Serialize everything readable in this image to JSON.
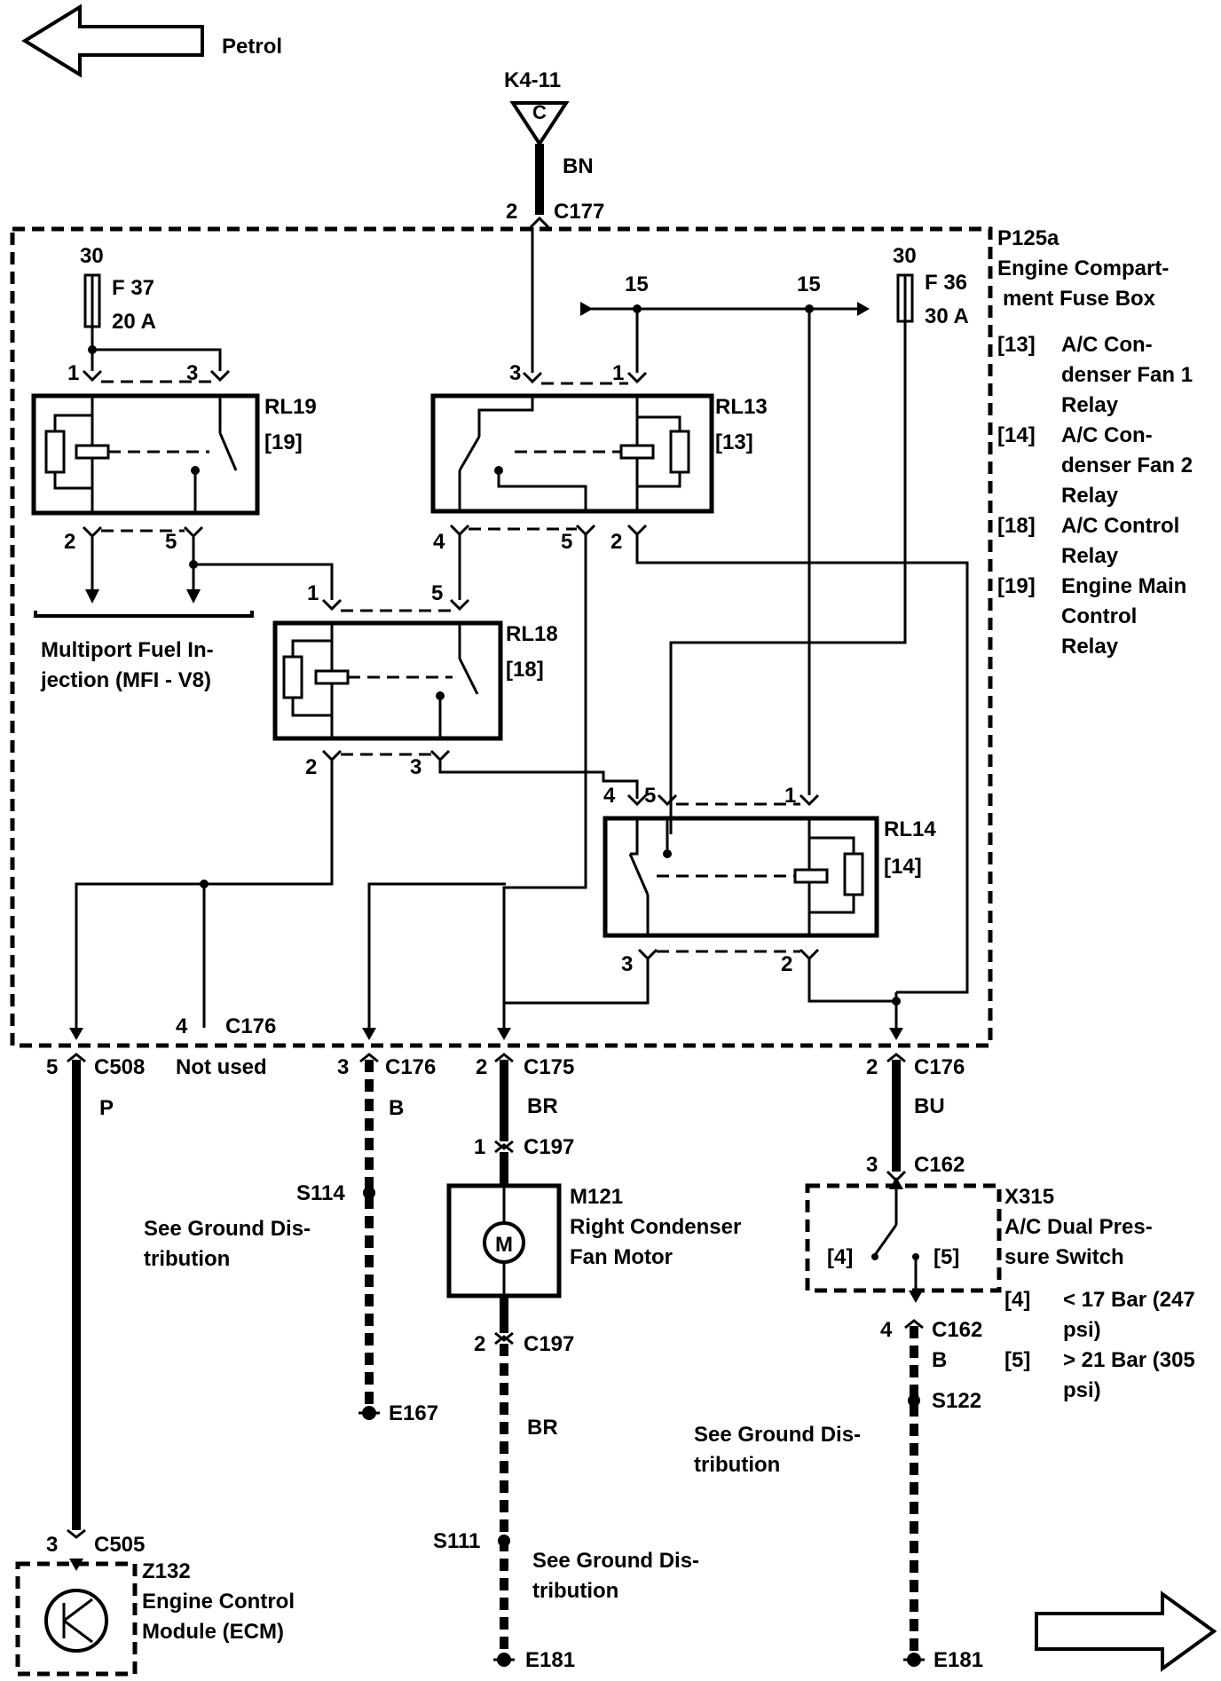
{
  "nav": {
    "prev_label": "Petrol"
  },
  "source": {
    "connector": "K4-11",
    "symbol": "C",
    "wire_color": "BN",
    "pin": "2",
    "plug": "C177"
  },
  "fuse_box": {
    "id": "P125a",
    "name_line1": "Engine Compart-",
    "name_line2": "ment Fuse Box",
    "legend": [
      {
        "code": "[13]",
        "lines": [
          "A/C Con-",
          "denser Fan 1",
          "Relay"
        ]
      },
      {
        "code": "[14]",
        "lines": [
          "A/C Con-",
          "denser Fan 2",
          "Relay"
        ]
      },
      {
        "code": "[18]",
        "lines": [
          "A/C Control",
          "Relay"
        ]
      },
      {
        "code": "[19]",
        "lines": [
          "Engine Main",
          "Control",
          "Relay"
        ]
      }
    ]
  },
  "fuses": {
    "f37": {
      "feed": "30",
      "name": "F 37",
      "rating": "20 A"
    },
    "f36": {
      "feed": "30",
      "name": "F 36",
      "rating": "30 A"
    }
  },
  "bus": {
    "left": "15",
    "right": "15"
  },
  "relays": {
    "rl19": {
      "name": "RL19",
      "ref": "[19]",
      "pins": [
        "1",
        "3",
        "2",
        "5"
      ]
    },
    "rl13": {
      "name": "RL13",
      "ref": "[13]",
      "pins": [
        "3",
        "1",
        "4",
        "5",
        "2"
      ]
    },
    "rl18": {
      "name": "RL18",
      "ref": "[18]",
      "pins": [
        "1",
        "5",
        "2",
        "3"
      ]
    },
    "rl14": {
      "name": "RL14",
      "ref": "[14]",
      "pins": [
        "4",
        "5",
        "1",
        "3",
        "2"
      ]
    }
  },
  "mfi": {
    "line1": "Multiport Fuel In-",
    "line2": "jection (MFI - V8)"
  },
  "box_connector": {
    "pin": "4",
    "plug": "C176"
  },
  "connectors": {
    "c508": {
      "pin": "5",
      "plug": "C508",
      "note": "Not used",
      "color": "P"
    },
    "c176a": {
      "pin": "3",
      "plug": "C176",
      "color": "B"
    },
    "c175": {
      "pin": "2",
      "plug": "C175",
      "color": "BR"
    },
    "c176b": {
      "pin": "2",
      "plug": "C176",
      "color": "BU"
    },
    "c197a": {
      "pin": "1",
      "plug": "C197"
    },
    "c197b": {
      "pin": "2",
      "plug": "C197"
    },
    "c162a": {
      "pin": "3",
      "plug": "C162"
    },
    "c162b": {
      "pin": "4",
      "plug": "C162",
      "color": "B"
    },
    "c505": {
      "pin": "3",
      "plug": "C505"
    }
  },
  "motor": {
    "id": "M121",
    "line1": "Right Condenser",
    "line2": "Fan Motor",
    "symbol": "M"
  },
  "switch": {
    "id": "X315",
    "line1": "A/C Dual Pres-",
    "line2": "sure Switch",
    "pos4": "[4]",
    "pos5": "[5]",
    "note4_code": "[4]",
    "note4_line1": "< 17 Bar (247",
    "note4_line2": "psi)",
    "note5_code": "[5]",
    "note5_line1": "> 21 Bar (305",
    "note5_line2": "psi)"
  },
  "splices": {
    "s114": "S114",
    "s111": "S111",
    "s122": "S122"
  },
  "grounds": {
    "e167": "E167",
    "e181a": "E181",
    "e181b": "E181"
  },
  "ground_notes": {
    "left": [
      "See Ground Dis-",
      "tribution"
    ],
    "middle": [
      "See Ground Dis-",
      "tribution"
    ],
    "right": [
      "See Ground Dis-",
      "tribution"
    ]
  },
  "ecm": {
    "id": "Z132",
    "line1": "Engine Control",
    "line2": "Module (ECM)"
  }
}
